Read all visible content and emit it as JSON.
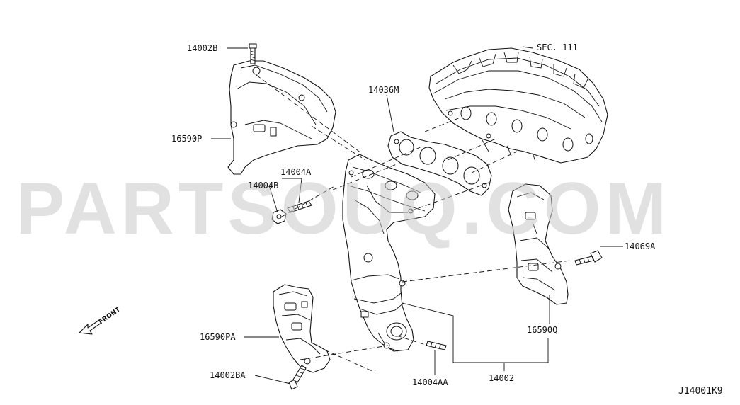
{
  "diagram": {
    "watermark": "PARTSOUQ.COM",
    "figure_code": "J14001K9",
    "front_label": "FRONT",
    "labels": {
      "sec": "SEC. 111",
      "p14002B": "14002B",
      "p16590P": "16590P",
      "p14036M": "14036M",
      "p14004A": "14004A",
      "p14004B": "14004B",
      "p14069A": "14069A",
      "p16590Q": "16590Q",
      "p16590PA": "16590PA",
      "p14002BA": "14002BA",
      "p14004AA": "14004AA",
      "p14002": "14002"
    }
  }
}
